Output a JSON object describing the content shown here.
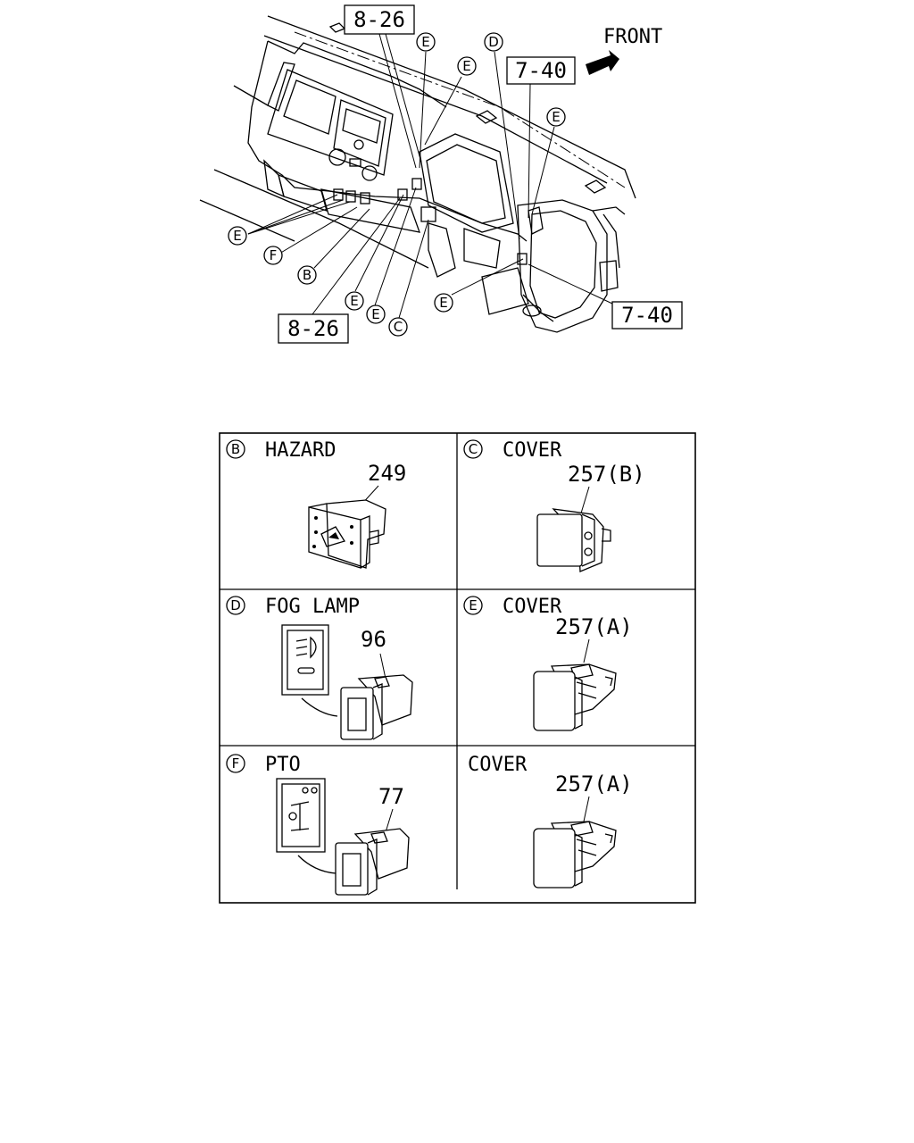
{
  "overview": {
    "front_label": "FRONT",
    "ref_8_26_top": "8-26",
    "ref_8_26_bottom": "8-26",
    "ref_7_40_top": "7-40",
    "ref_7_40_bottom": "7-40",
    "callouts": {
      "e1": "E",
      "e2": "E",
      "e3": "E",
      "e4": "E",
      "e5": "E",
      "e6": "E",
      "e7": "E",
      "d": "D",
      "f": "F",
      "b": "B",
      "c": "C"
    }
  },
  "legend": {
    "cells": [
      {
        "letter": "B",
        "title": "HAZARD",
        "part": "249"
      },
      {
        "letter": "C",
        "title": "COVER",
        "part": "257(B)"
      },
      {
        "letter": "D",
        "title": "FOG LAMP",
        "part": "96"
      },
      {
        "letter": "E",
        "title": "COVER",
        "part": "257(A)"
      },
      {
        "letter": "F",
        "title": "PTO",
        "part": "77"
      },
      {
        "letter": "",
        "title": "COVER",
        "part": "257(A)"
      }
    ]
  }
}
